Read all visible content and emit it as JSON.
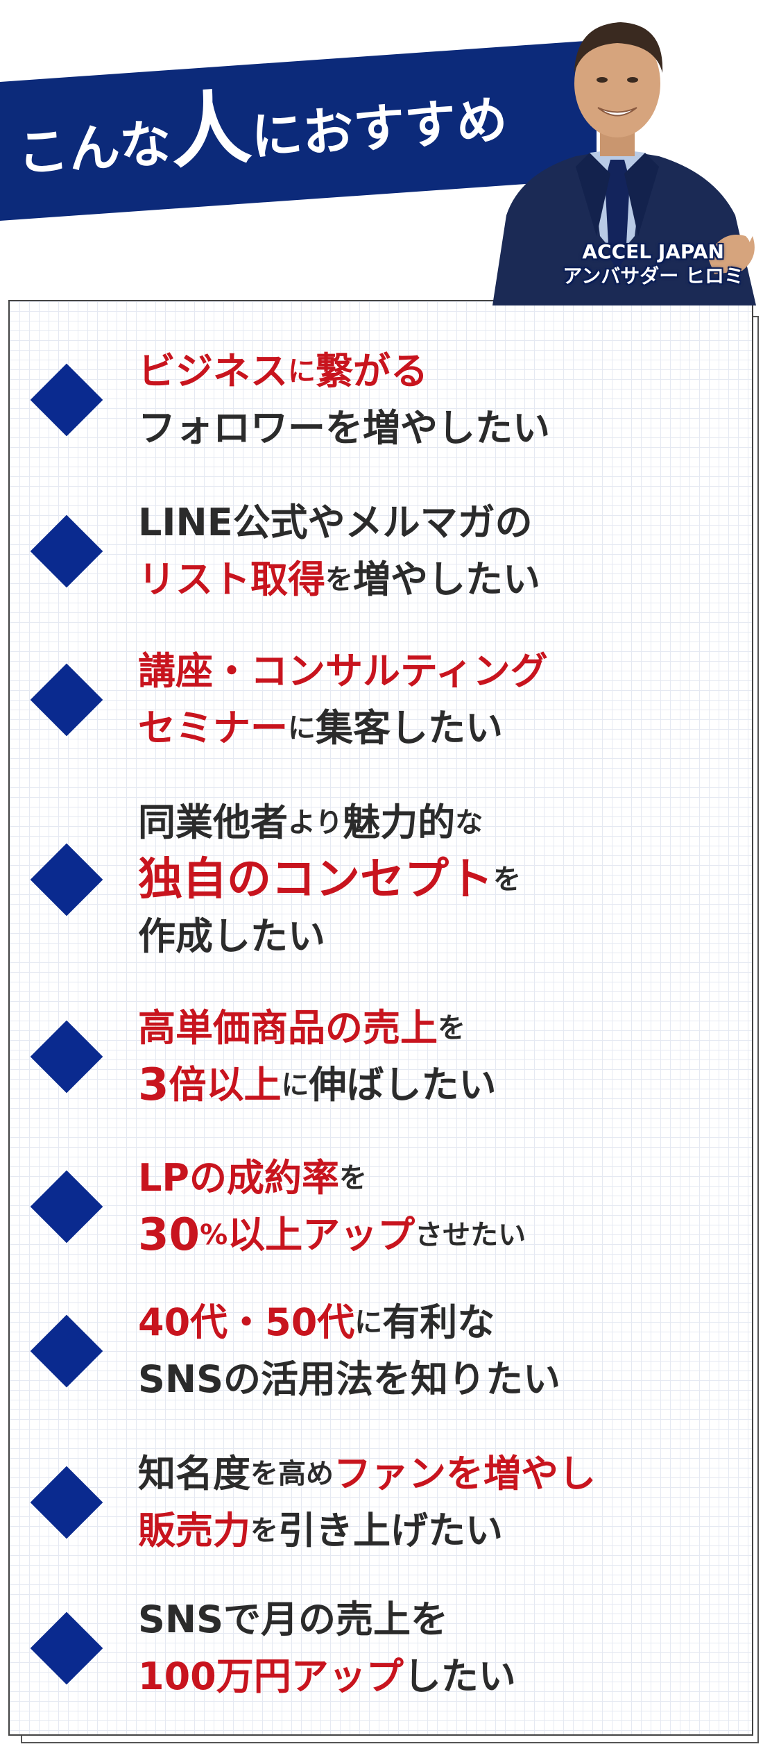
{
  "header": {
    "title_segments": [
      {
        "text": "こんな",
        "size": "small"
      },
      {
        "text": "人",
        "size": "big"
      },
      {
        "text": "におすすめ",
        "size": "small"
      }
    ],
    "caption_line1": "ACCEL JAPAN",
    "caption_line2": "アンバサダー ヒロミ"
  },
  "colors": {
    "navy": "#0c2a7a",
    "accent_red": "#c8141e",
    "text_dark": "#2b2b2b",
    "diamond": "#0a2a8f"
  },
  "items": [
    {
      "lines": [
        [
          {
            "text": "ビジネス",
            "red": true
          },
          {
            "text": "に",
            "red": true,
            "small": true
          },
          {
            "text": "繋がる",
            "red": true
          }
        ],
        [
          {
            "text": "フォロワーを増やしたい"
          }
        ]
      ]
    },
    {
      "lines": [
        [
          {
            "text": "LINE公式やメルマガの"
          }
        ],
        [
          {
            "text": "リスト取得",
            "red": true
          },
          {
            "text": "を",
            "small": true
          },
          {
            "text": "増やしたい"
          }
        ]
      ]
    },
    {
      "lines": [
        [
          {
            "text": "講座・コンサルティング",
            "red": true
          }
        ],
        [
          {
            "text": "セミナー",
            "red": true
          },
          {
            "text": "に",
            "small": true
          },
          {
            "text": "集客したい"
          }
        ]
      ]
    },
    {
      "lines": [
        [
          {
            "text": "同業他者"
          },
          {
            "text": "より",
            "small": true
          },
          {
            "text": "魅力的"
          },
          {
            "text": "な",
            "small": true
          }
        ],
        [
          {
            "text": "独自のコンセプト",
            "red": true
          },
          {
            "text": "を",
            "small": true
          }
        ],
        [
          {
            "text": "作成したい"
          }
        ]
      ]
    },
    {
      "lines": [
        [
          {
            "text": "高単価商品の売上",
            "red": true
          },
          {
            "text": "を",
            "small": true
          }
        ],
        [
          {
            "text": "3",
            "red": true,
            "big": true
          },
          {
            "text": "倍以上",
            "red": true
          },
          {
            "text": "に",
            "small": true
          },
          {
            "text": "伸ばしたい"
          }
        ]
      ]
    },
    {
      "lines": [
        [
          {
            "text": "LP",
            "red": true
          },
          {
            "text": "の",
            "red": true
          },
          {
            "text": "成約率",
            "red": true
          },
          {
            "text": "を",
            "small": true
          }
        ],
        [
          {
            "text": "30",
            "red": true,
            "big": true
          },
          {
            "text": "%",
            "red": true,
            "small": true
          },
          {
            "text": "以上アップ",
            "red": true
          },
          {
            "text": "させたい"
          }
        ]
      ]
    },
    {
      "lines": [
        [
          {
            "text": "40代・50代",
            "red": true
          },
          {
            "text": "に",
            "small": true
          },
          {
            "text": "有利な"
          }
        ],
        [
          {
            "text": "SNSの活用法を知りたい"
          }
        ]
      ]
    },
    {
      "lines": [
        [
          {
            "text": "知名度"
          },
          {
            "text": "を",
            "small": true
          },
          {
            "text": "高め",
            "small": true
          },
          {
            "text": "ファンを増やし",
            "red": true
          }
        ],
        [
          {
            "text": "販売力",
            "red": true
          },
          {
            "text": "を",
            "small": true
          },
          {
            "text": "引き上げたい"
          }
        ]
      ]
    },
    {
      "lines": [
        [
          {
            "text": "SNSで月の売上を"
          }
        ],
        [
          {
            "text": "100万円アップ",
            "red": true
          },
          {
            "text": "したい"
          }
        ]
      ]
    }
  ]
}
